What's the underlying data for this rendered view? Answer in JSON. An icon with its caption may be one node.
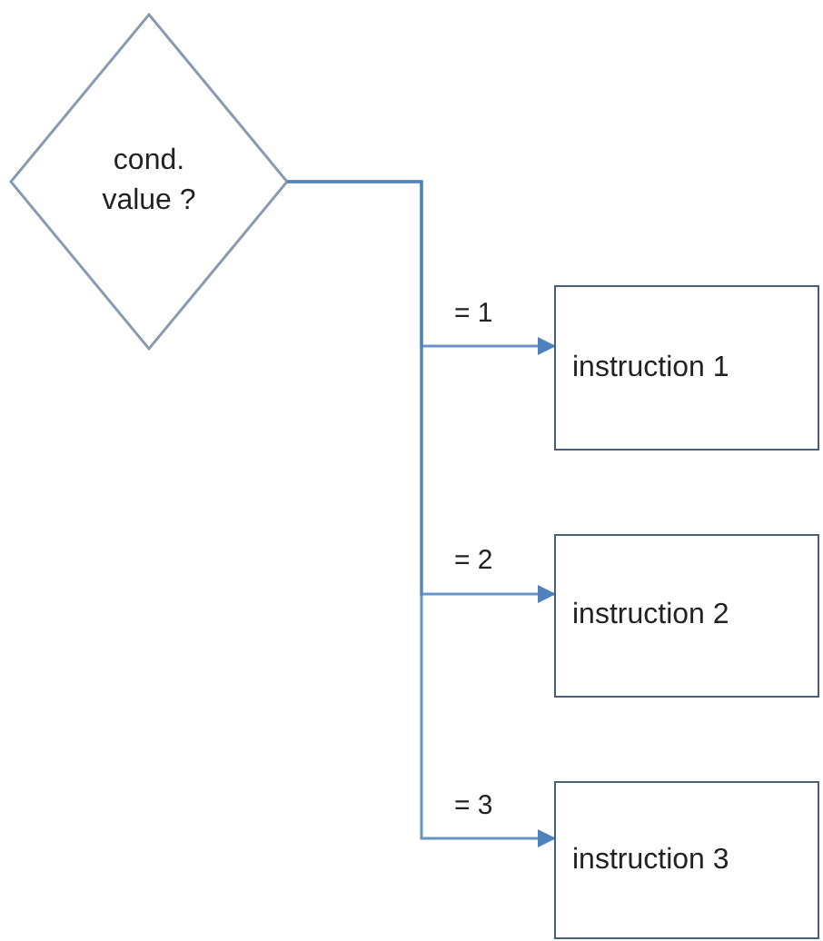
{
  "diagram": {
    "nodes": [
      {
        "text": [
          "cond. value ?"
        ]
      },
      {
        "text": [
          "instruction 1"
        ]
      },
      {
        "text": [
          "instruction 2"
        ]
      },
      {
        "text": [
          "instruction 3"
        ]
      }
    ],
    "edges": [
      {
        "from": 0,
        "to": 1,
        "arrow": "to",
        "label": "= 1"
      },
      {
        "from": 0,
        "to": 2,
        "arrow": "to",
        "label": "= 2"
      },
      {
        "from": 0,
        "to": 3,
        "arrow": "to",
        "label": "= 3"
      }
    ]
  }
}
